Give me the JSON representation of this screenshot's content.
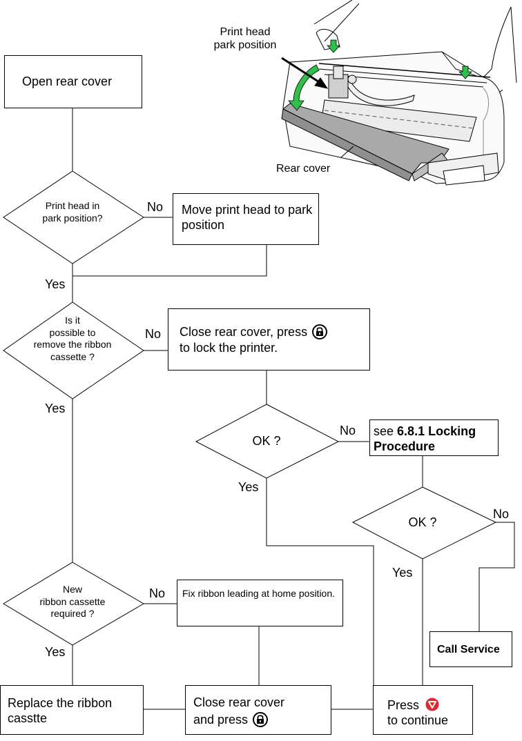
{
  "steps": {
    "open_rear_cover": "Open rear cover",
    "move_print_head": "Move print head to park position",
    "close_rear_cover_lock_a": "Close rear cover, press",
    "close_rear_cover_lock_b": "to lock the printer.",
    "see_prefix": "see",
    "locking_ref": "6.8.1 Locking Procedure",
    "fix_ribbon": "Fix ribbon leading at home position.",
    "call_service": "Call Service",
    "replace_ribbon": "Replace the ribbon casstte",
    "close_press_a": "Close rear cover",
    "close_press_b": "and press",
    "press_continue_a": "Press",
    "press_continue_b": "to continue"
  },
  "decisions": {
    "park": [
      "Print head in",
      "park position?"
    ],
    "remove": [
      "Is it",
      "possible to",
      "remove the ribbon",
      "cassette ?"
    ],
    "ok1": "OK ?",
    "ok2": "OK ?",
    "new_cassette": [
      "New",
      "ribbon cassette",
      "required ?"
    ]
  },
  "branches": {
    "yes": "Yes",
    "no": "No"
  },
  "illustration": {
    "label_print_head": [
      "Print head",
      "park position"
    ],
    "label_rear_cover": "Rear cover"
  },
  "icons": {
    "lock": "lock-key-icon",
    "continue": "continue-down-triangle-icon"
  },
  "colors": {
    "continue_key": "#e0282e",
    "arrow_green": "#2fbf4a"
  }
}
